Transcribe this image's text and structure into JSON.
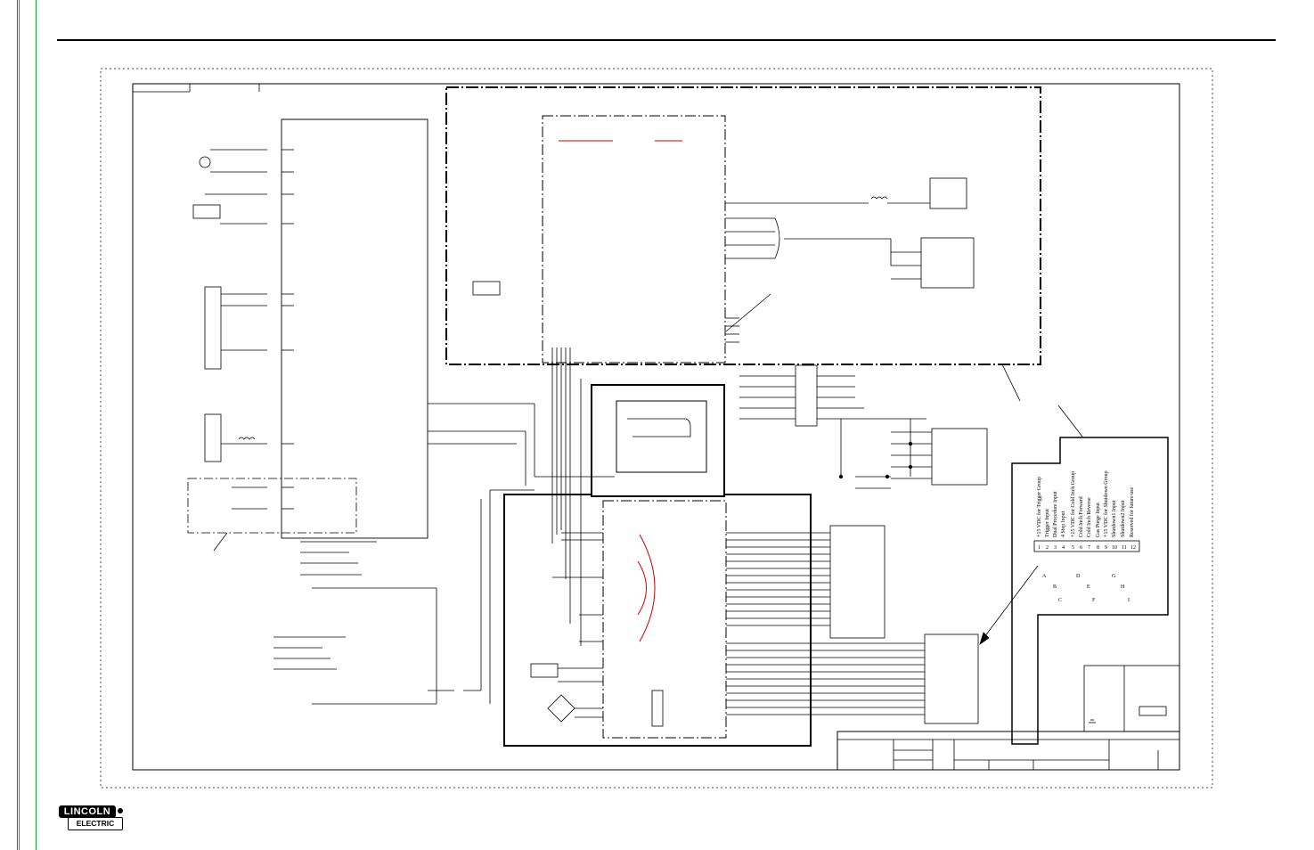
{
  "logo": {
    "line1": "LINCOLN",
    "line2": "ELECTRIC"
  },
  "connector_pin_descriptions": [
    "+15 VDC for Trigger Group",
    "Trigger Input",
    "Dual Procedure Input",
    "4 Step Input",
    "+15 VDC for Cold Inch Group",
    "Cold Inch Forward",
    "Cold Inch Reverse",
    "Gas Purge Input",
    "+15 VDC for Shutdown Group",
    "Shutdown1 Input",
    "Shutdown2 Input",
    "Reserved for future use"
  ],
  "connector_pin_numbers": [
    "1",
    "2",
    "3",
    "4",
    "5",
    "6",
    "7",
    "8",
    "9",
    "10",
    "11",
    "12"
  ],
  "connector_pin_letters": [
    "A",
    "B",
    "C",
    "D",
    "E",
    "F",
    "G",
    "H",
    "I"
  ],
  "colors": {
    "line": "#000000",
    "accent_red": "#cc0000",
    "margin_red": "#e02020",
    "margin_green": "#1a9a3a"
  }
}
